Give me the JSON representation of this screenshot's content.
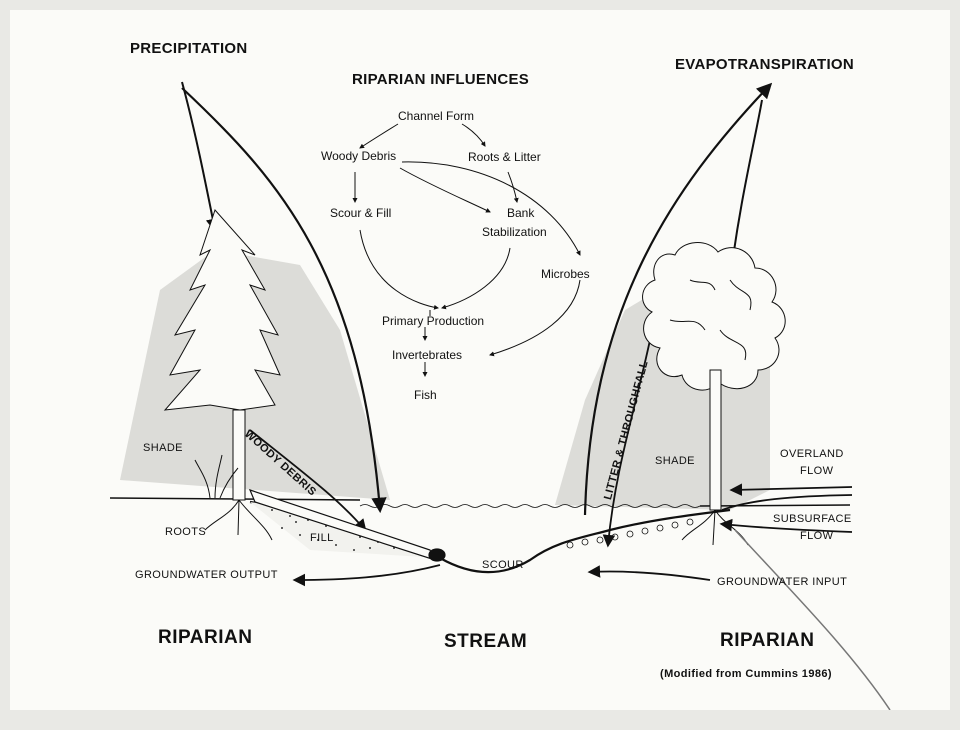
{
  "title": "RIPARIAN INFLUENCES",
  "labels": {
    "precipitation": "PRECIPITATION",
    "evapotranspiration": "EVAPOTRANSPIRATION",
    "shade_left": "SHADE",
    "shade_right": "SHADE",
    "woody_debris": "WOODY DEBRIS",
    "litter_throughfall": "LITTER & THROUGHFALL",
    "roots": "ROOTS",
    "fill": "FILL",
    "scour": "SCOUR",
    "groundwater_output": "GROUNDWATER OUTPUT",
    "groundwater_input": "GROUNDWATER INPUT",
    "overland_flow_1": "OVERLAND",
    "overland_flow_2": "FLOW",
    "subsurface_flow_1": "SUBSURFACE",
    "subsurface_flow_2": "FLOW",
    "riparian_left": "RIPARIAN",
    "stream": "STREAM",
    "riparian_right": "RIPARIAN",
    "credit": "(Modified from Cummins 1986)"
  },
  "nodes": {
    "channel_form": "Channel Form",
    "woody_debris": "Woody Debris",
    "roots_litter": "Roots & Litter",
    "scour_fill": "Scour & Fill",
    "bank_1": "Bank",
    "bank_2": "Stabilization",
    "microbes": "Microbes",
    "primary_production": "Primary Production",
    "invertebrates": "Invertebrates",
    "fish": "Fish"
  },
  "colors": {
    "ink": "#111111",
    "shade": "#d9d9d6",
    "paper": "#fbfbf8"
  },
  "icons": [
    "conifer-tree-icon",
    "deciduous-tree-icon",
    "shrub-icon",
    "log-icon"
  ]
}
